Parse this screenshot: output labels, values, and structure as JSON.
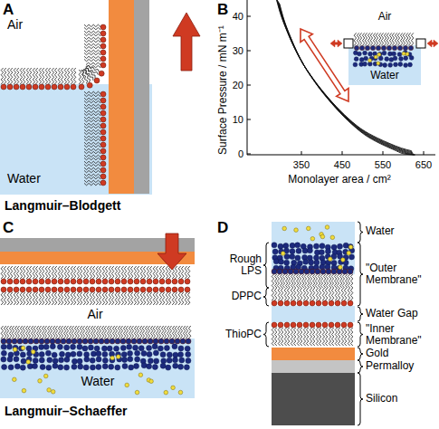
{
  "diagram": {
    "labels": [
      "A",
      "Air",
      "Water",
      "Langmuir–Blodgett",
      "B",
      "Surface Pressure / mN m⁻¹",
      "0",
      "10",
      "20",
      "30",
      "40",
      "350",
      "450",
      "550",
      "650",
      "Monolayer area / cm²",
      "Air",
      "Water",
      "C",
      "Air",
      "Water",
      "Langmuir–Schaeffer",
      "D",
      "Water",
      "Rough LPS",
      "\"Outer Membrane\"",
      "DPPC",
      "Water Gap",
      "ThioPC",
      "\"Inner Membrane\"",
      "Gold",
      "Permalloy",
      "Silicon"
    ]
  }
}
